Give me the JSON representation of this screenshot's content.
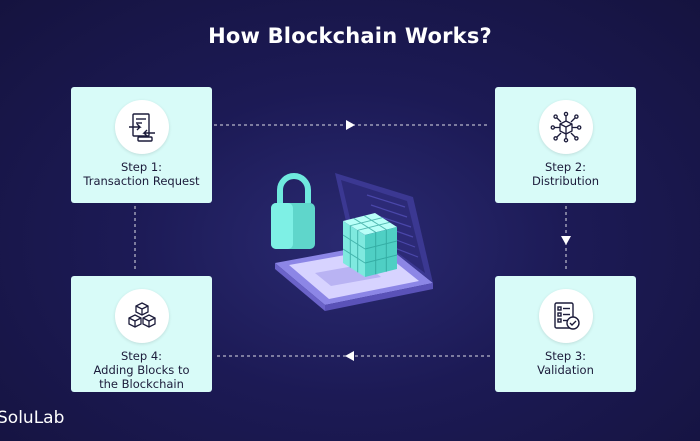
{
  "title": "How Blockchain Works?",
  "steps": [
    {
      "step": "Step 1:",
      "name": "Transaction Request",
      "icon": "document-transfer-icon"
    },
    {
      "step": "Step 2:",
      "name": "Distribution",
      "icon": "network-node-icon"
    },
    {
      "step": "Step 3:",
      "name": "Validation",
      "icon": "checklist-icon"
    },
    {
      "step": "Step 4:",
      "name": "Adding Blocks to the Blockchain",
      "icon": "blocks-stack-icon"
    }
  ],
  "brand": "SoluLab",
  "colors": {
    "background": "#1c1a55",
    "card": "#d8fbf8",
    "accent": "#6fe9de",
    "connector": "#ffffff"
  }
}
